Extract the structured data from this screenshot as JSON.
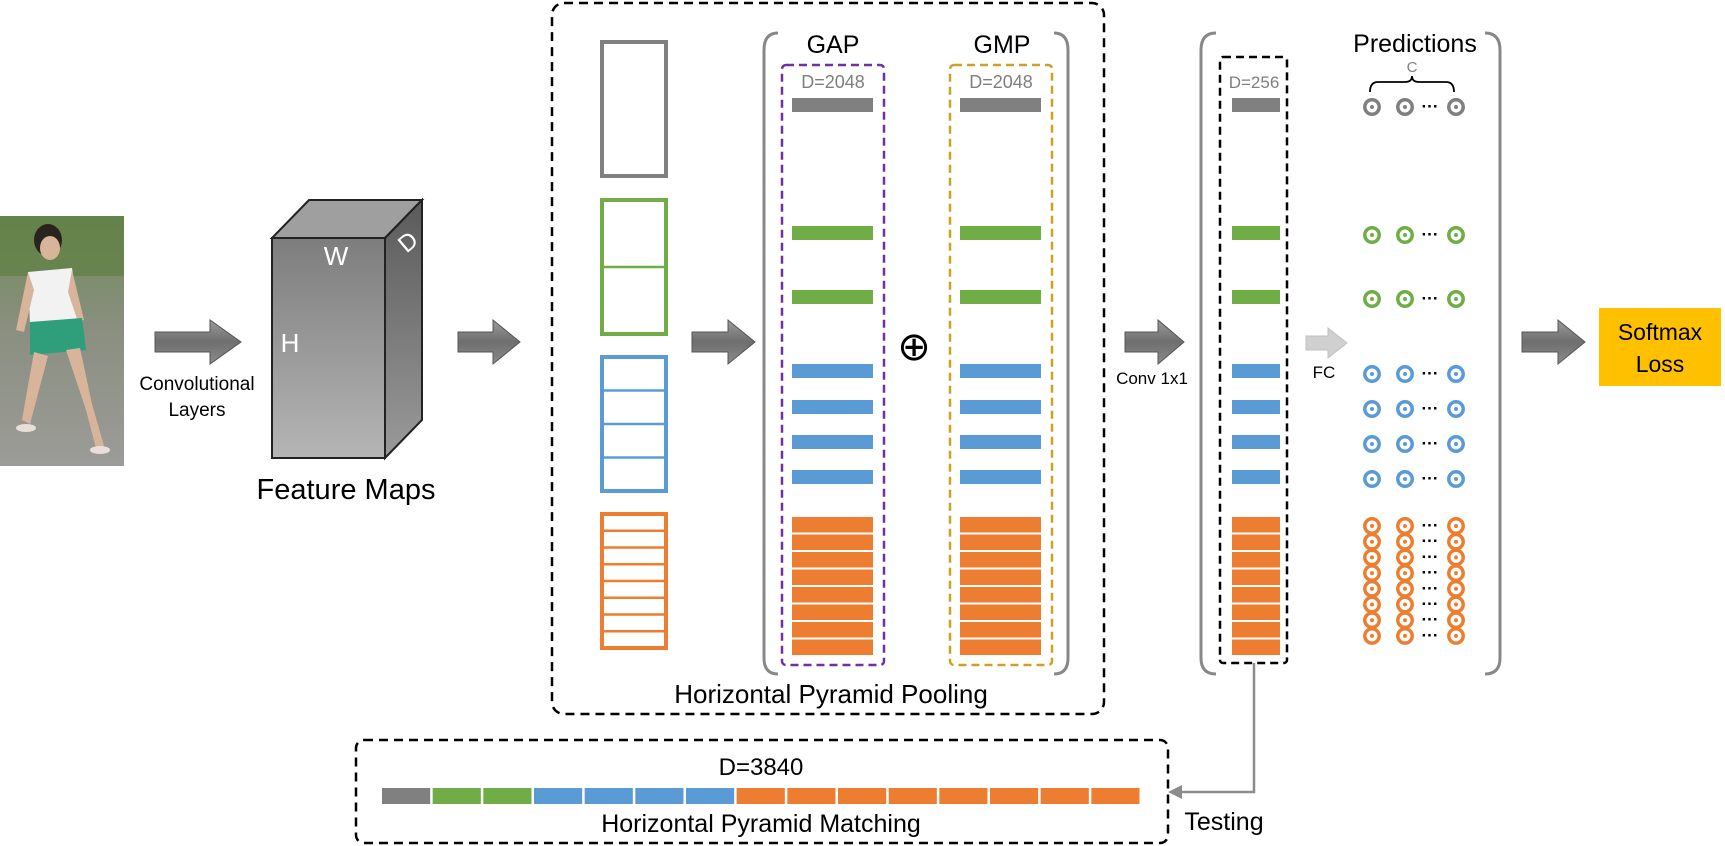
{
  "colors": {
    "gray": "#808080",
    "green": "#70ad47",
    "blue": "#5b9bd5",
    "orange": "#ed7d31",
    "gap_border": "#7030a0",
    "gmp_border": "#c9a227",
    "softmax_fill": "#ffc000",
    "text": "#000000",
    "light_text": "#7f7f7f"
  },
  "input_image": {
    "icon": "pedestrian-photo"
  },
  "labels": {
    "conv_layers_line1": "Convolutional",
    "conv_layers_line2": "Layers",
    "feature_maps": "Feature Maps",
    "cube_w": "W",
    "cube_h": "H",
    "cube_d": "D",
    "gap": "GAP",
    "gmp": "GMP",
    "gap_dim": "D=2048",
    "gmp_dim": "D=2048",
    "concat_symbol": "⊕",
    "hpp": "Horizontal Pyramid Pooling",
    "conv1x1": "Conv 1x1",
    "conv_dim": "D=256",
    "fc": "FC",
    "predictions": "Predictions",
    "classes": "C",
    "ellipsis": "···",
    "softmax_line1": "Softmax",
    "softmax_line2": "Loss",
    "hpm_dim": "D=3840",
    "hpm": "Horizontal Pyramid Matching",
    "testing": "Testing"
  },
  "pyramid_levels": [
    {
      "color": "gray",
      "parts": 1
    },
    {
      "color": "green",
      "parts": 2
    },
    {
      "color": "blue",
      "parts": 4
    },
    {
      "color": "orange",
      "parts": 8
    }
  ]
}
